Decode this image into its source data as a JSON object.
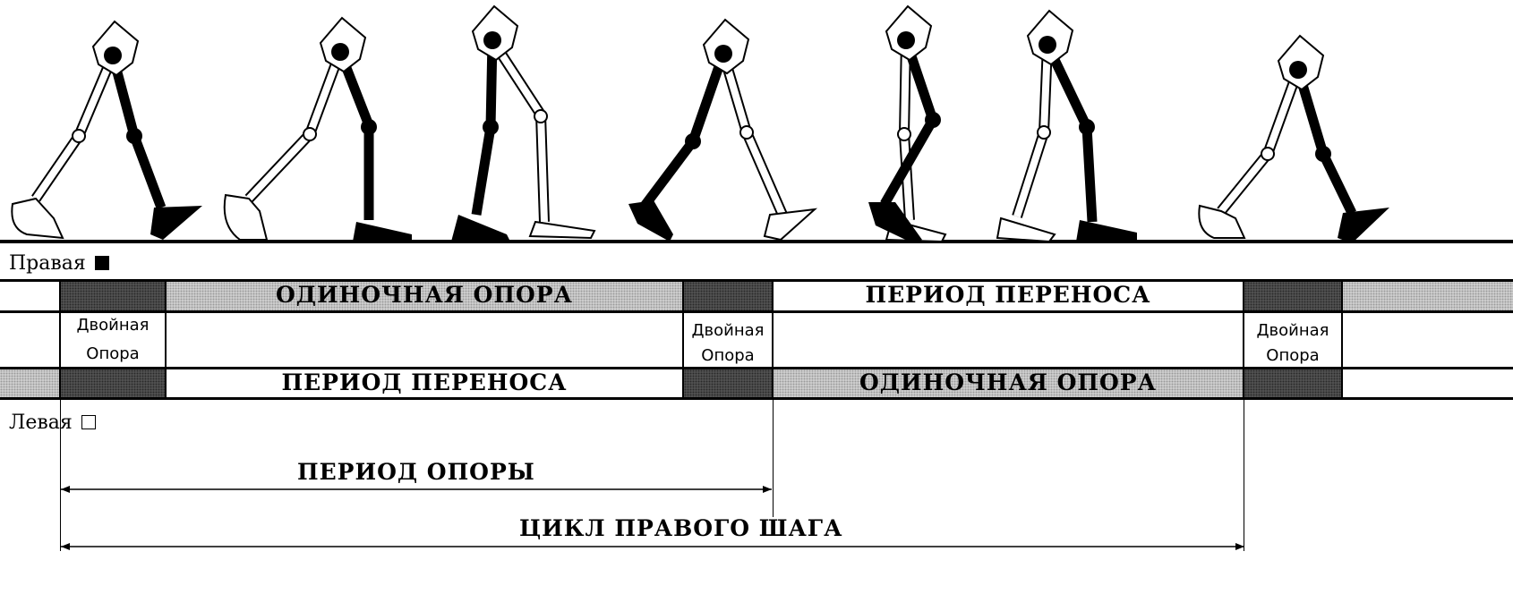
{
  "legend": {
    "right_label": "Правая",
    "left_label": "Левая"
  },
  "right_row": {
    "single_support": "ОДИНОЧНАЯ ОПОРА",
    "swing": "ПЕРИОД ПЕРЕНОСА"
  },
  "left_row": {
    "swing": "ПЕРИОД ПЕРЕНОСА",
    "single_support": "ОДИНОЧНАЯ ОПОРА"
  },
  "double_support": [
    {
      "line1": "Двойная",
      "line2": "Опора"
    },
    {
      "line1": "Двойная",
      "line2": "Опора"
    },
    {
      "line1": "Двойная",
      "line2": "Опора"
    }
  ],
  "annotations": {
    "stance_period": "ПЕРИОД ОПОРЫ",
    "right_step_cycle": "ЦИКЛ ПРАВОГО ШАГА"
  },
  "colors": {
    "right_leg": "#000000",
    "left_leg": "#ffffff",
    "double_support_fill": "#585858",
    "single_support_fill": "#d7d7d7"
  }
}
